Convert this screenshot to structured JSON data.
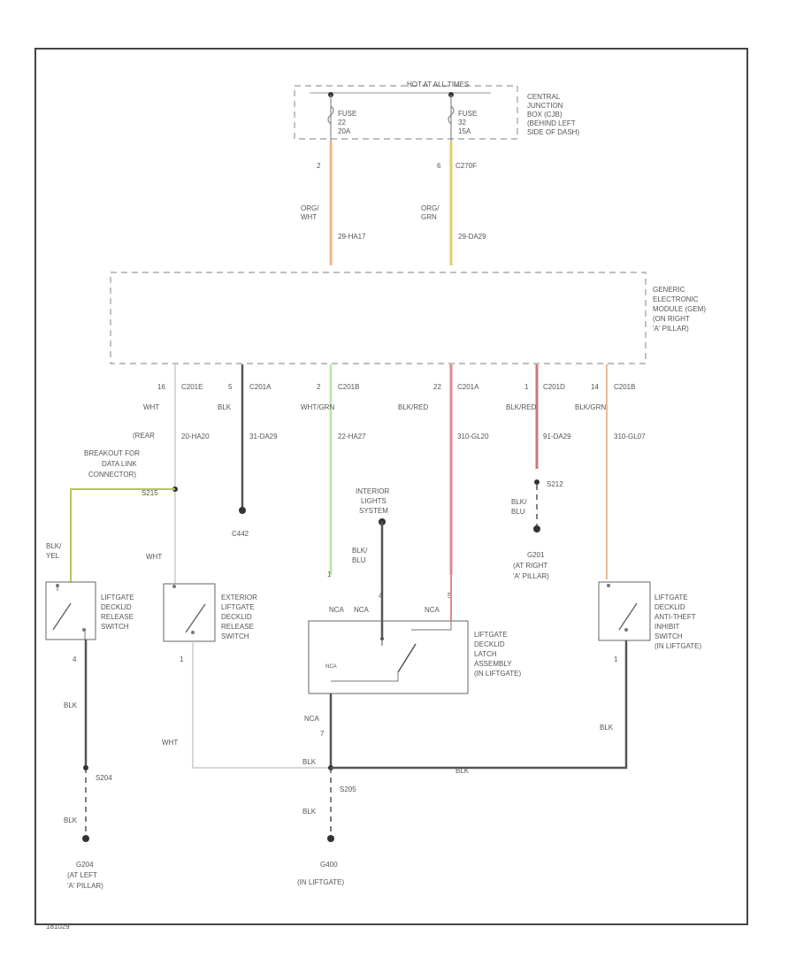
{
  "top_fuse_box": {
    "header": "HOT AT ALL TIMES",
    "label": [
      "CENTRAL",
      "JUNCTION",
      "BOX (CJB)",
      "(BEHIND LEFT",
      "SIDE OF DASH)"
    ],
    "fuse_left": [
      "FUSE",
      "22",
      "20A"
    ],
    "fuse_right": [
      "FUSE",
      "32",
      "15A"
    ]
  },
  "upper_wires": {
    "left": {
      "pin": "2",
      "color": [
        "ORG/",
        "WHT"
      ],
      "circuit": "29-HA17",
      "stroke": "#f4b183"
    },
    "right": {
      "pin": "6",
      "connector": "C270F",
      "color": [
        "ORG/",
        "GRN"
      ],
      "circuit": "29-DA29",
      "stroke": "#e0d060"
    }
  },
  "gem": {
    "label": [
      "GENERIC",
      "ELECTRONIC",
      "MODULE (GEM)",
      "(ON RIGHT",
      "'A' PILLAR)"
    ]
  },
  "gem_outputs": [
    {
      "pin": "16",
      "connector": "C201E",
      "color": "WHT",
      "circuit": "20-HA20"
    },
    {
      "pin": "5",
      "connector": "C201A",
      "color": "BLK",
      "circuit": "31-DA29"
    },
    {
      "pin": "2",
      "connector": "C201B",
      "color": "WHT/GRN",
      "circuit": "22-HA27"
    },
    {
      "pin": "22",
      "connector": "C201A",
      "color": "BLK/RED",
      "circuit": "310-GL20"
    },
    {
      "pin": "1",
      "connector": "C201D",
      "color": "BLK/RED",
      "circuit": "91-DA29"
    },
    {
      "pin": "14",
      "connector": "C201B",
      "color": "BLK/GRN",
      "circuit": "310-GL07"
    }
  ],
  "wire_colors": {
    "dark": "#555555",
    "white": "#cccccc",
    "green": "#b6e6a6",
    "red": "#d98b8b",
    "peach": "#efb99a",
    "yellow_green": "#b8c45c"
  },
  "labels": {
    "rear_breakout": [
      "(REAR",
      "BREAKOUT FOR",
      "DATA LINK",
      "CONNECTOR)"
    ],
    "s215": "S215",
    "c442": "C442",
    "interior_lights": [
      "INTERIOR",
      "LIGHTS",
      "SYSTEM"
    ],
    "s212": "S212",
    "g201": "G201",
    "g201_loc": [
      "(AT RIGHT",
      "'A' PILLAR)"
    ],
    "blk_blu": [
      "BLK/",
      "BLU"
    ],
    "blk_yel": [
      "BLK/",
      "YEL"
    ],
    "wht": "WHT",
    "blk": "BLK",
    "nca": "NCA",
    "s205": "S205",
    "s204": "S204",
    "g204": "G204",
    "g204_loc": [
      "(AT LEFT",
      "'A' PILLAR)"
    ],
    "g400": "G400",
    "g400_loc": "(IN LIFTGATE)",
    "code": "181029"
  },
  "switches": {
    "liftgate_decklid": [
      "LIFTGATE",
      "DECKLID",
      "RELEASE",
      "SWITCH"
    ],
    "exterior": [
      "EXTERIOR",
      "LIFTGATE",
      "DECKLID",
      "RELEASE",
      "SWITCH"
    ],
    "latch": [
      "LIFTGATE",
      "DECKLID",
      "LATCH",
      "ASSEMBLY",
      "(IN LIFTGATE)"
    ],
    "anti_theft": [
      "LIFTGATE",
      "DECKLID",
      "ANTI-THEFT",
      "INHIBIT",
      "SWITCH",
      "(IN LIFTGATE)"
    ]
  },
  "pins": {
    "sw1_bottom": "4",
    "sw2_bottom": "1",
    "latch_a": "1",
    "latch_b": "4",
    "latch_c": "5",
    "latch_bottom": "7",
    "sw4_bottom": "1"
  }
}
